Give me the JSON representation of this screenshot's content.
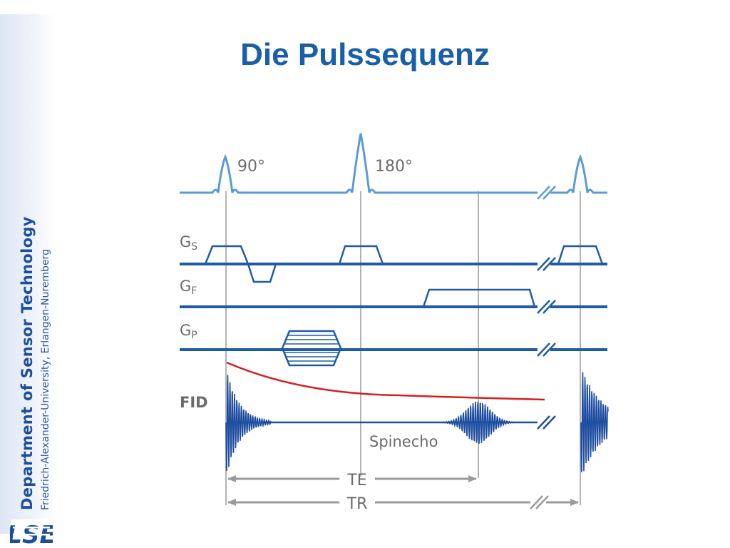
{
  "slide": {
    "title": "Die Pulssequenz",
    "sidebar": {
      "department": "Department of Sensor Technology",
      "university": "Friedrich-Alexander-University,   Erlangen-Nuremberg",
      "logo": "LSE"
    }
  },
  "diagram": {
    "rf_labels": {
      "pulse_90": "90°",
      "pulse_180": "180°"
    },
    "rows": {
      "gs": {
        "main": "G",
        "sub": "S"
      },
      "gf": {
        "main": "G",
        "sub": "F"
      },
      "gp": {
        "main": "G",
        "sub": "P"
      },
      "fid": "FID"
    },
    "echo_label": "Spinecho",
    "te_label": "TE",
    "tr_label": "TR"
  },
  "colors": {
    "title": "#1a5ea8",
    "rf_line": "#5b9bd5",
    "gradient_line": "#1f5ba8",
    "signal": "#1f4ea0",
    "decay_curve": "#d62020",
    "guide_line": "#9a9a9a",
    "label": "#6b6b6b"
  }
}
